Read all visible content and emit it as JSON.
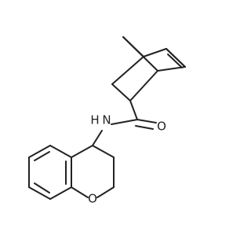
{
  "molecule": {
    "atoms": {
      "n": "N",
      "h": "H",
      "o_carbonyl": "O",
      "o_ring": "O"
    }
  }
}
